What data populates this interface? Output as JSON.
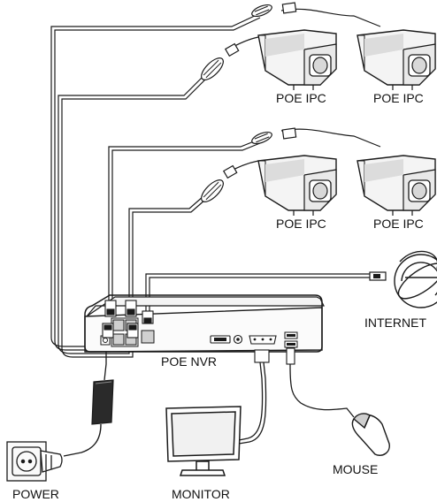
{
  "labels": {
    "camera_1": "POE IPC",
    "camera_2": "POE IPC",
    "camera_3": "POE IPC",
    "camera_4": "POE IPC",
    "internet": "INTERNET",
    "nvr": "POE NVR",
    "power": "POWER",
    "monitor": "MONITOR",
    "mouse": "MOUSE"
  },
  "icons": [
    "camera-icon",
    "globe-internet-icon",
    "nvr-recorder-icon",
    "power-socket-icon",
    "power-adapter-icon",
    "monitor-icon",
    "mouse-icon",
    "ethernet-plug-icon",
    "cable-coupler-icon"
  ],
  "colors": {
    "line": "#1a1a1a",
    "fill_light": "#f2f2f2",
    "fill_dark": "#c9c9c9",
    "background": "#ffffff"
  }
}
